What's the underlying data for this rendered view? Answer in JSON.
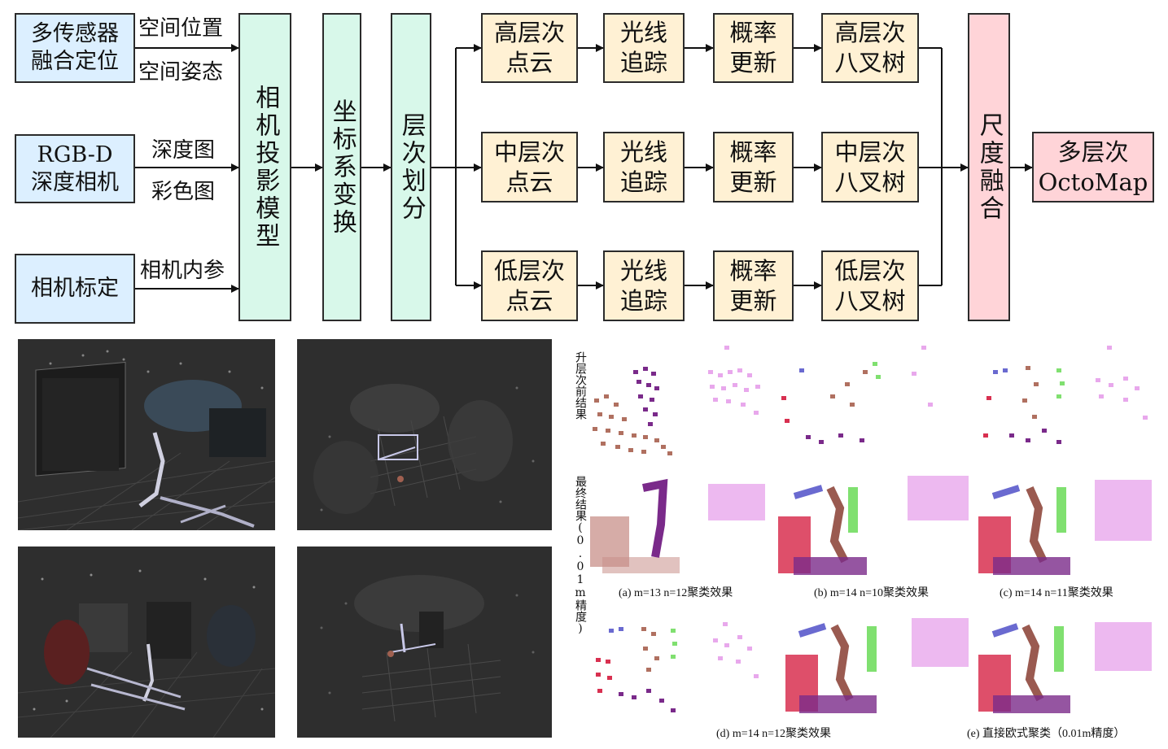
{
  "flowchart": {
    "sources": [
      {
        "line1": "多传感器",
        "line2": "融合定位"
      },
      {
        "line1": "RGB-D",
        "line2": "深度相机"
      },
      {
        "line1": "相机标定"
      }
    ],
    "edge_labels": {
      "pos": "空间位置",
      "att": "空间姿态",
      "depth": "深度图",
      "color": "彩色图",
      "intr": "相机内参"
    },
    "camera_model": "相机投影模型",
    "coord_transform": "坐标系变换",
    "layering": "层次划分",
    "rows": [
      {
        "cloud": [
          "高层次",
          "点云"
        ],
        "ray": [
          "光线",
          "追踪"
        ],
        "prob": [
          "概率",
          "更新"
        ],
        "tree": [
          "高层次",
          "八叉树"
        ]
      },
      {
        "cloud": [
          "中层次",
          "点云"
        ],
        "ray": [
          "光线",
          "追踪"
        ],
        "prob": [
          "概率",
          "更新"
        ],
        "tree": [
          "中层次",
          "八叉树"
        ]
      },
      {
        "cloud": [
          "低层次",
          "点云"
        ],
        "ray": [
          "光线",
          "追踪"
        ],
        "prob": [
          "概率",
          "更新"
        ],
        "tree": [
          "低层次",
          "八叉树"
        ]
      }
    ],
    "scale_fusion": "尺度融合",
    "output": {
      "line1": "多层次",
      "line2": "OctoMap"
    }
  },
  "clustering": {
    "row_labels": {
      "before": "升层次前结果",
      "final": "最终结果(0.01m精度)"
    },
    "captions": {
      "a": "(a) m=13 n=12聚类效果",
      "b": "(b) m=14 n=10聚类效果",
      "c": "(c) m=14 n=11聚类效果",
      "d": "(d) m=14 n=12聚类效果",
      "e": "(e) 直接欧式聚类（0.01m精度）"
    }
  },
  "colors": {
    "source_fill": "#dcefff",
    "model_fill": "#d8f8ea",
    "row_fill": "#fff1d4",
    "fusion_fill": "#ffd4d8",
    "render_bg": "#2e2e2e",
    "cluster_brown": "#b07060",
    "cluster_purple": "#7a2a8a",
    "cluster_pink": "#e8a8ec",
    "cluster_red": "#d83050",
    "cluster_green": "#80e070",
    "cluster_blue": "#6a6ad0"
  }
}
